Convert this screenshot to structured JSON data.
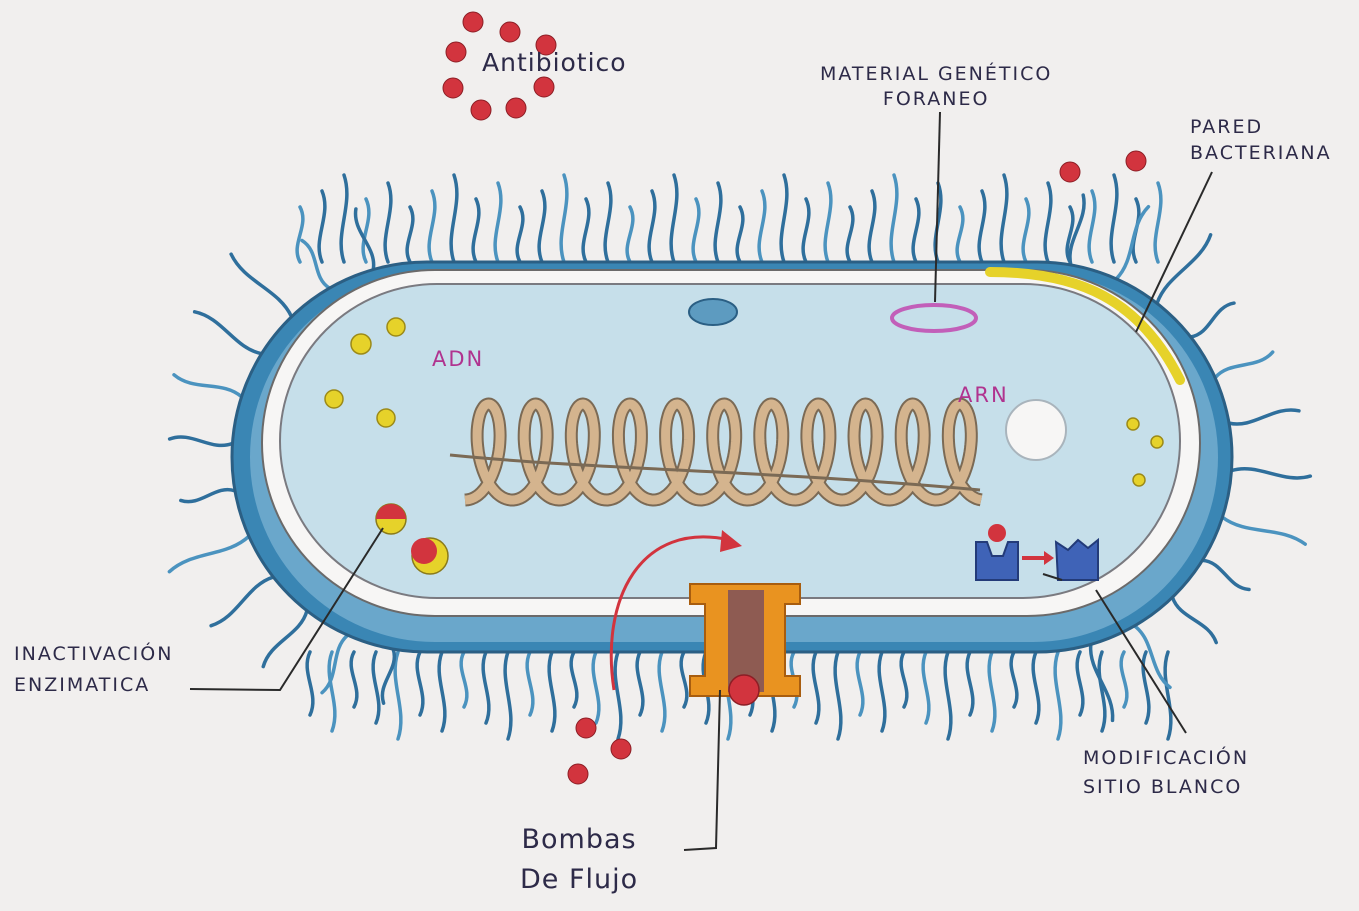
{
  "labels": {
    "antibiotico": "Antibiotico",
    "material_line1": "MATERIAL GENÉTICO",
    "material_line2": "FORANEO",
    "pared_line1": "PARED",
    "pared_line2": "BACTERIANA",
    "adn": "ADN",
    "arn": "ARN",
    "inactivacion_line1": "INACTIVACIÓN",
    "inactivacion_line2": "ENZIMATICA",
    "modificacion_line1": "MODIFICACIÓN",
    "modificacion_line2": "SITIO BLANCO",
    "bombas_line1": "Bombas",
    "bombas_line2": "De Flujo"
  },
  "colors": {
    "paper": "#f1efee",
    "wall": "#3a86b4",
    "cytoplasm": "#c6dfea",
    "antibiotic": "#d2343e",
    "enzyme_yellow": "#e6d22a",
    "dna": "#c9a882",
    "pump_orange": "#e99320",
    "target_blue": "#3f63b7",
    "plasmid": "#c25fb9",
    "label_ink": "#2d2a48",
    "label_pink": "#b0338f"
  }
}
